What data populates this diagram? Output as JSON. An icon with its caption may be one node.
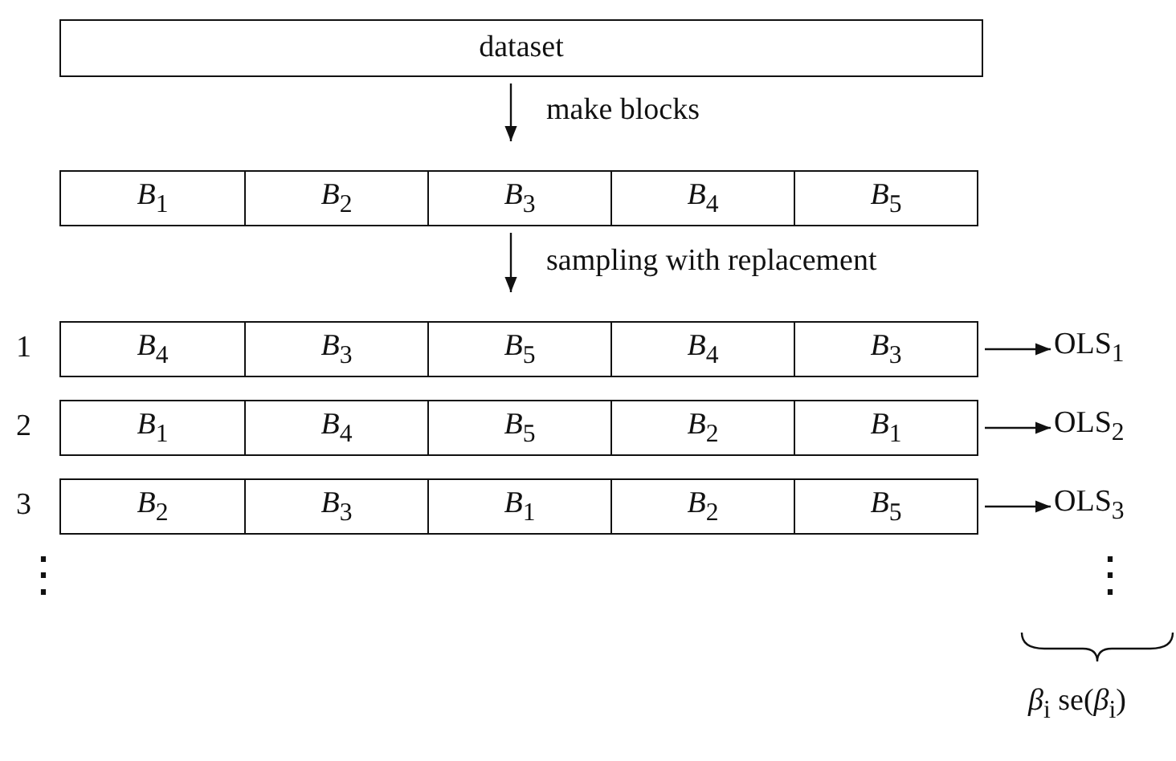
{
  "diagram": {
    "nodes": [
      {
        "text": [
          "dataset"
        ]
      },
      {
        "text": [],
        "shape": "box"
      },
      {
        "text": [
          "*B*$_{1}$"
        ],
        "in": 1
      },
      {
        "text": [
          "*B*$_{2}$"
        ],
        "in": 1
      },
      {
        "text": [
          "*B*$_{3}$"
        ],
        "in": 1
      },
      {
        "text": [
          "*B*$_{4}$"
        ],
        "in": 1
      },
      {
        "text": [
          "*B*$_{5}$"
        ],
        "in": 1
      },
      {
        "text": [],
        "shape": "box",
        "beside": [
          "1"
        ]
      },
      {
        "text": [
          "*B*$_{4}$"
        ],
        "in": 7
      },
      {
        "text": [
          "*B*$_{3}$"
        ],
        "in": 7
      },
      {
        "text": [
          "*B*$_{5}$"
        ],
        "in": 7
      },
      {
        "text": [
          "*B*$_{4}$"
        ],
        "in": 7
      },
      {
        "text": [
          "*B*$_{3}$"
        ],
        "in": 7
      },
      {
        "text": [],
        "shape": "box",
        "beside": [
          "2"
        ]
      },
      {
        "text": [
          "*B*$_{1}$"
        ],
        "in": 13
      },
      {
        "text": [
          "*B*$_{4}$"
        ],
        "in": 13
      },
      {
        "text": [
          "*B*$_{5}$"
        ],
        "in": 13
      },
      {
        "text": [
          "*B*$_{2}$"
        ],
        "in": 13
      },
      {
        "text": [
          "*B*$_{1}$"
        ],
        "in": 13
      },
      {
        "text": [],
        "shape": "box",
        "beside": [
          "3"
        ]
      },
      {
        "text": [
          "*B*$_{2}$"
        ],
        "in": 19
      },
      {
        "text": [
          "*B*$_{3}$"
        ],
        "in": 19
      },
      {
        "text": [
          "*B*$_{1}$"
        ],
        "in": 19
      },
      {
        "text": [
          "*B*$_{2}$"
        ],
        "in": 19
      },
      {
        "text": [
          "*B*$_{5}$"
        ],
        "in": 19
      },
      {
        "text": [
          "OLS$_{1}$"
        ]
      },
      {
        "text": [
          "OLS$_{2}$"
        ]
      },
      {
        "text": [
          "OLS$_{3}$"
        ]
      }
    ],
    "edges": [
      {
        "from": 0,
        "to": 1,
        "arrow": "to",
        "label": "make blocks"
      },
      {
        "from": 1,
        "to": 7,
        "arrow": "to",
        "label": "sampling with replacement"
      },
      {
        "from": 7,
        "to": 25,
        "arrow": "to"
      },
      {
        "from": 13,
        "to": 26,
        "arrow": "to"
      },
      {
        "from": 19,
        "to": 27,
        "arrow": "to"
      }
    ],
    "labels": [
      "⋮",
      "⋮",
      "*β*$_{i}$  se(*β*$_{i}$)"
    ]
  }
}
